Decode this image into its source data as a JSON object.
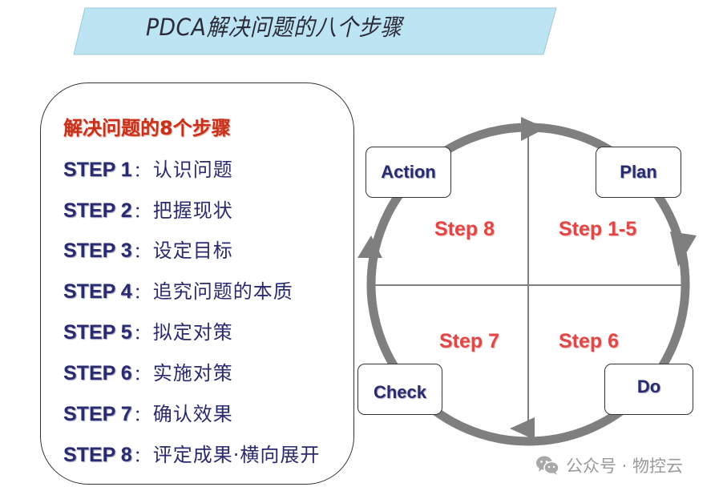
{
  "header": {
    "title": "PDCA解决问题的八个步骤",
    "banner_color": "#bde4f2"
  },
  "steps_panel": {
    "heading": "解决问题的8个步骤",
    "items": [
      {
        "label": "STEP 1",
        "desc": "认识问题"
      },
      {
        "label": "STEP 2",
        "desc": "把握现状"
      },
      {
        "label": "STEP 3",
        "desc": "设定目标"
      },
      {
        "label": "STEP 4",
        "desc": "追究问题的本质"
      },
      {
        "label": "STEP 5",
        "desc": "拟定对策"
      },
      {
        "label": "STEP 6",
        "desc": "实施对策"
      },
      {
        "label": "STEP 7",
        "desc": "确认效果"
      },
      {
        "label": "STEP 8",
        "desc": "评定成果·横向展开"
      }
    ],
    "separator": "："
  },
  "cycle": {
    "phases": {
      "plan": "Plan",
      "do": "Do",
      "check": "Check",
      "action": "Action"
    },
    "quadrants": {
      "top_left": "Step 8",
      "top_right": "Step 1-5",
      "bottom_right": "Step 6",
      "bottom_left": "Step 7"
    },
    "arrow_color": "#7f7f7f",
    "label_color": "#e04848",
    "phase_text_color": "#2a2a6e"
  },
  "watermark": {
    "icon": "wechat-icon",
    "text": "公众号 · 物控云"
  }
}
